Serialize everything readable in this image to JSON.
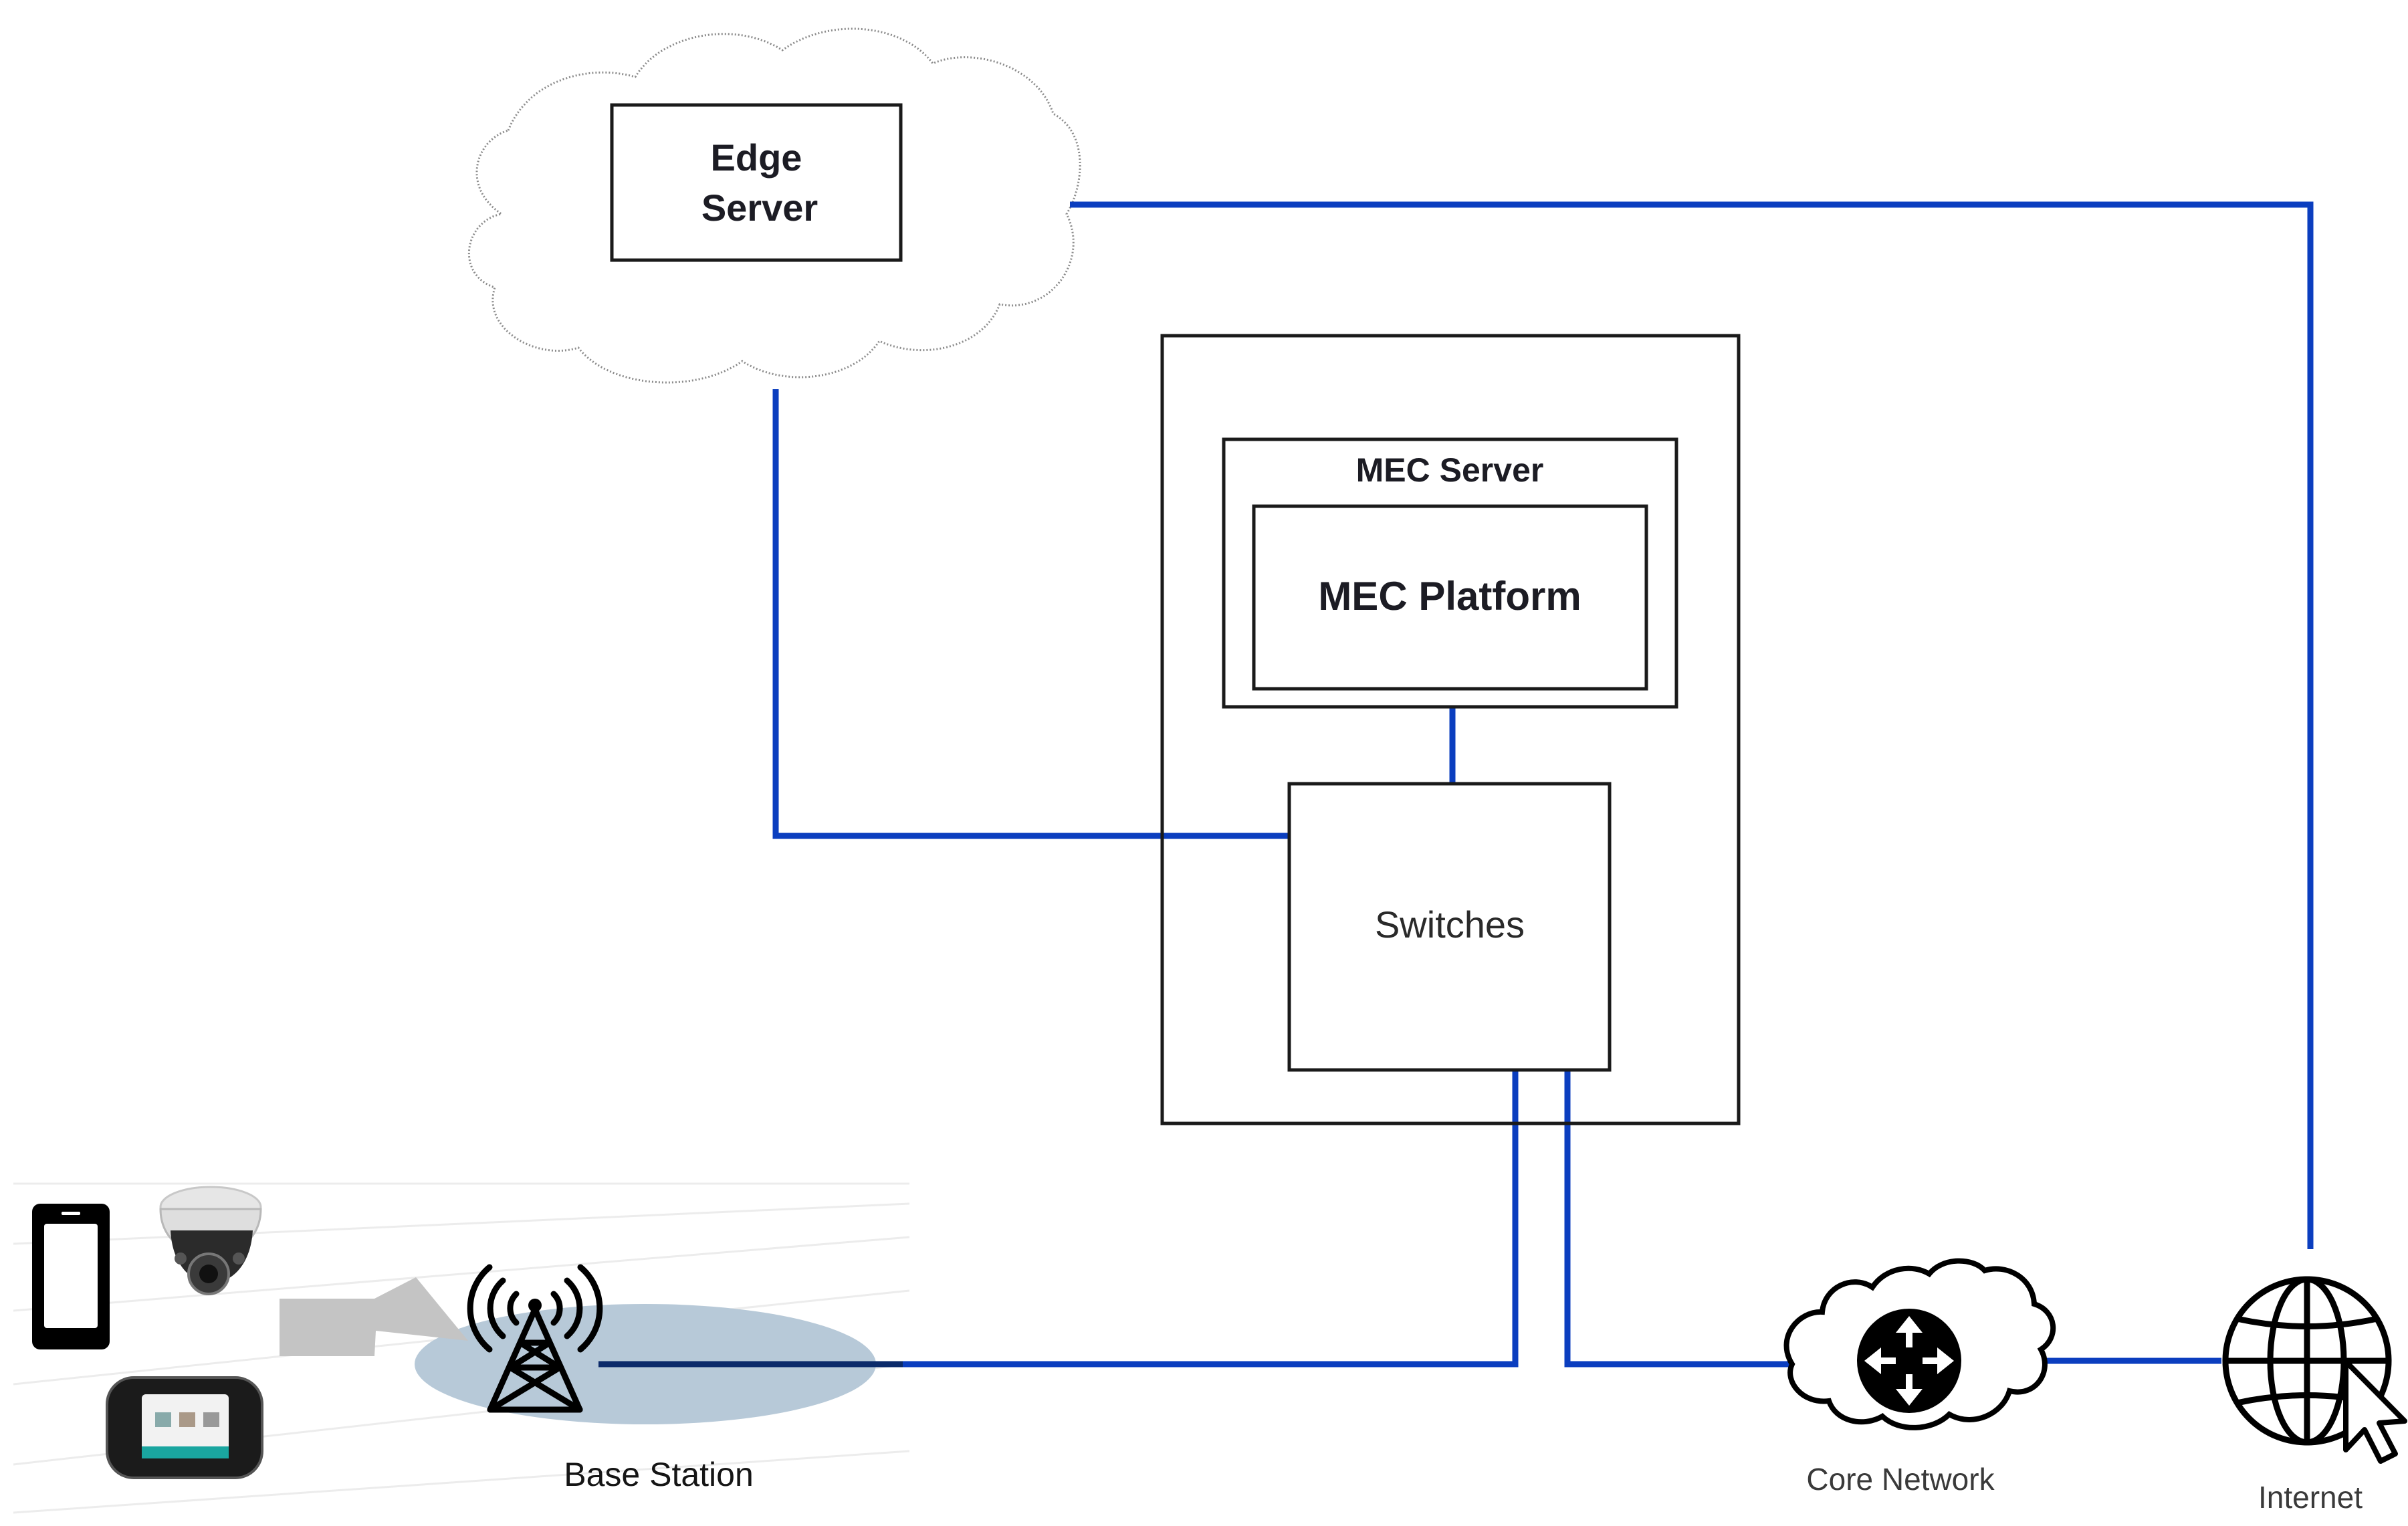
{
  "diagram": {
    "nodes": {
      "edge_server": {
        "label_line1": "Edge",
        "label_line2": "Server"
      },
      "mec_server": {
        "label": "MEC Server"
      },
      "mec_platform": {
        "label": "MEC Platform"
      },
      "switches": {
        "label": "Switches"
      },
      "base_station": {
        "label": "Base Station"
      },
      "core_network": {
        "label": "Core Network"
      },
      "internet": {
        "label": "Internet"
      }
    },
    "icons": [
      "cloud-icon",
      "smartphone-icon",
      "security-camera-icon",
      "mobile-hotspot-icon",
      "lightning-bolt-icon",
      "cell-tower-icon",
      "router-icon",
      "globe-icon",
      "cursor-icon"
    ],
    "colors": {
      "link": "#0b3ebf",
      "box_stroke": "#1a1a1a",
      "coverage": "#b7c9d8",
      "bolt": "#c4c4c4"
    }
  }
}
